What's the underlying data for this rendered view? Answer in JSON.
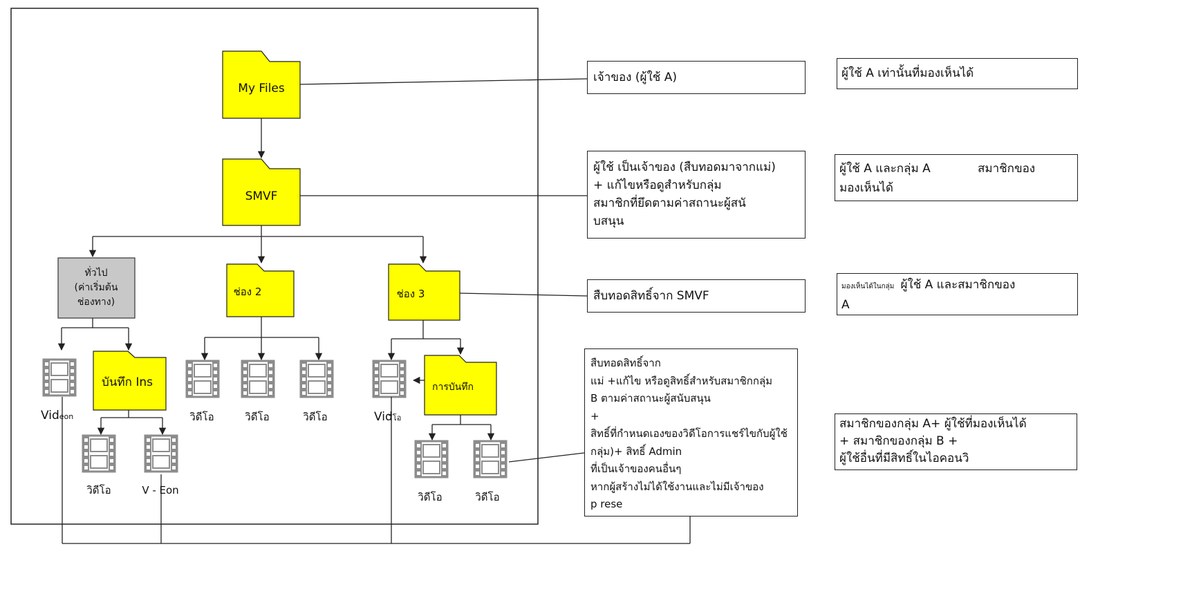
{
  "folders": {
    "my_files": "My Files",
    "smvf": "SMVF",
    "general": [
      "ทั่วไป",
      "(ค่าเริ่มต้น",
      "ช่องทาง)"
    ],
    "channel2": "ช่อง 2",
    "channel3": "ช่อง 3",
    "recordings_ins": "บันทึก Ins",
    "recordings": "การบันทึก"
  },
  "video_labels": {
    "general_video_main": "Vid",
    "general_video_sub": "eon",
    "rec_video_1": "วิดีโอ",
    "rec_video_2": "V - Eon",
    "ch2_video_1": "วิดีโอ",
    "ch2_video_2": "วิดีโอ",
    "ch2_video_3": "วิดีโอ",
    "ch3_video_main": "Vid",
    "ch3_video_sub": "ีโอ",
    "recs_video_1": "วิดีโอ",
    "recs_video_2": "วิดีโอ"
  },
  "permissions": {
    "owner": "เจ้าของ (ผู้ใช้ A)",
    "smvf": [
      "ผู้ใช้ เป็นเจ้าของ (สืบทอดมาจากแม่)",
      "+ แก้ไขหรือดูสำหรับกลุ่ม",
      "สมาชิกที่ยึดตามค่าสถานะผู้สนั",
      "บสนุน"
    ],
    "channel": "สืบทอดสิทธิ์จาก SMVF",
    "recordings": [
      "สืบทอดสิทธิ์จาก",
      "แม่ +แก้ไข หรือดูสิทธิ์สำหรับสมาชิกกลุ่ม",
      "B ตามค่าสถานะผู้สนับสนุน",
      "+",
      "สิทธิ์ที่กำหนดเองของวิดีโอการแชร์ไขกับผู้ใช้",
      "กลุ่ม)+ สิทธิ์ Admin",
      "ที่เป็นเจ้าของคนอื่นๆ",
      "หากผู้สร้างไม่ได้ใช้งานและไม่มีเจ้าของ",
      "p rese"
    ]
  },
  "visibility": {
    "owner": "ผู้ใช้ A เท่านั้นที่มองเห็นได้",
    "smvf_a": "ผู้ใช้ A และกลุ่ม A",
    "smvf_b": "สมาชิกของ",
    "smvf_c": "มองเห็นได้",
    "channel_small": "มองเห็นได้ในกลุ่ม",
    "channel_main": "ผู้ใช้ A และสมาชิกของ",
    "channel_c": "A",
    "recordings": [
      "สมาชิกของกลุ่ม A+ ผู้ใช้ที่มองเห็นได้",
      "+ สมาชิกของกลุ่ม B +",
      "ผู้ใช้อื่นที่มีสิทธิ์ในไอคอนวิ"
    ]
  },
  "colors": {
    "folder_yellow": "#ffff00",
    "folder_gray": "#c8c8c8",
    "line": "#222222",
    "film_gray": "#8c8c8c"
  }
}
